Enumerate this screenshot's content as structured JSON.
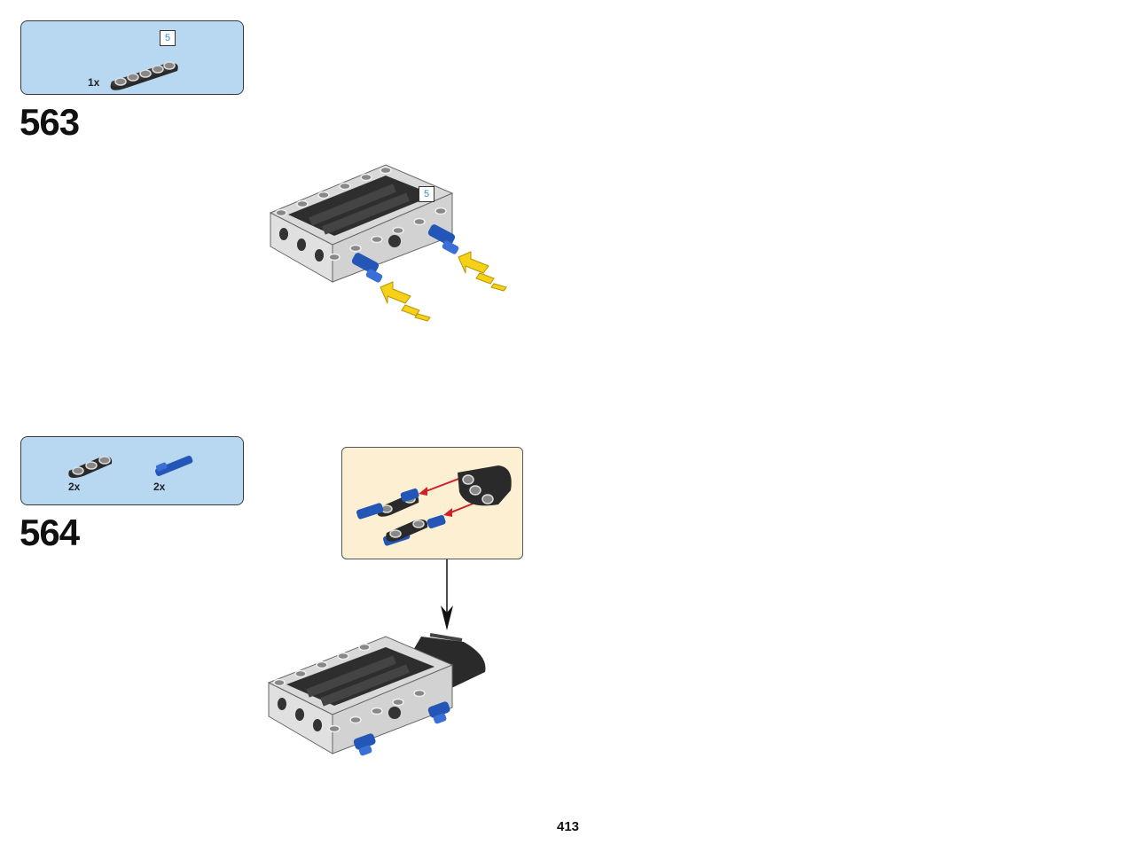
{
  "page": {
    "number": "413"
  },
  "steps": [
    {
      "number": "563",
      "parts": [
        {
          "name": "beam-5",
          "qty": "1x",
          "length_badge": "5"
        }
      ],
      "model_length_badge": "5"
    },
    {
      "number": "564",
      "parts": [
        {
          "name": "beam-3",
          "qty": "2x"
        },
        {
          "name": "blue-pin",
          "qty": "2x"
        }
      ]
    }
  ],
  "colors": {
    "parts_box_bg": "#b8d8f2",
    "callout_bg": "#fdefd2",
    "arrow_yellow": "#f7d117",
    "arrow_red": "#d0202a",
    "pin_blue": "#2456b8",
    "beam_black": "#2a2a2a",
    "frame_gray": "#d9d9d9"
  }
}
